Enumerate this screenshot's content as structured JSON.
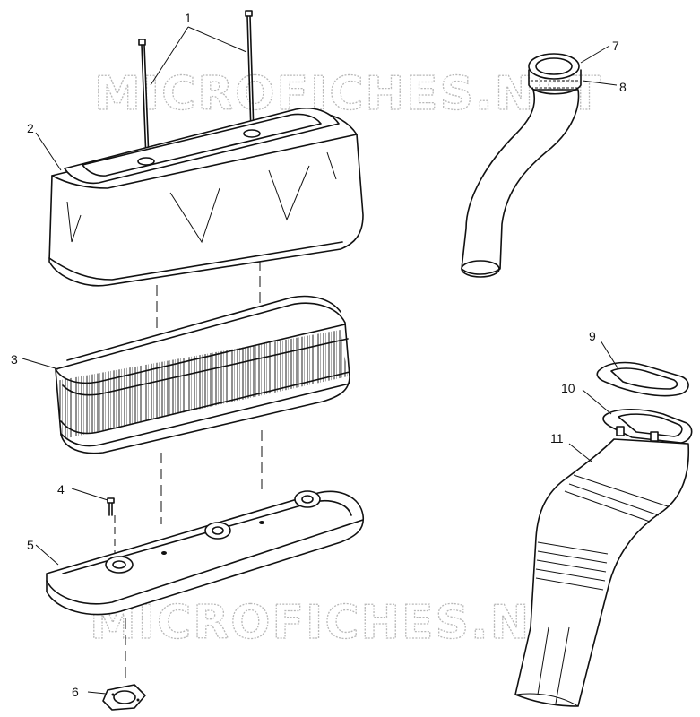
{
  "watermark": "MICROFICHES.NET",
  "callouts": [
    {
      "id": "1",
      "label": "1"
    },
    {
      "id": "2",
      "label": "2"
    },
    {
      "id": "3",
      "label": "3"
    },
    {
      "id": "4",
      "label": "4"
    },
    {
      "id": "5",
      "label": "5"
    },
    {
      "id": "6",
      "label": "6"
    },
    {
      "id": "7",
      "label": "7"
    },
    {
      "id": "8",
      "label": "8"
    },
    {
      "id": "9",
      "label": "9"
    },
    {
      "id": "10",
      "label": "10"
    },
    {
      "id": "11",
      "label": "11"
    }
  ],
  "colors": {
    "line": "#111111",
    "watermark": "#b8b8b8",
    "background": "#ffffff"
  }
}
